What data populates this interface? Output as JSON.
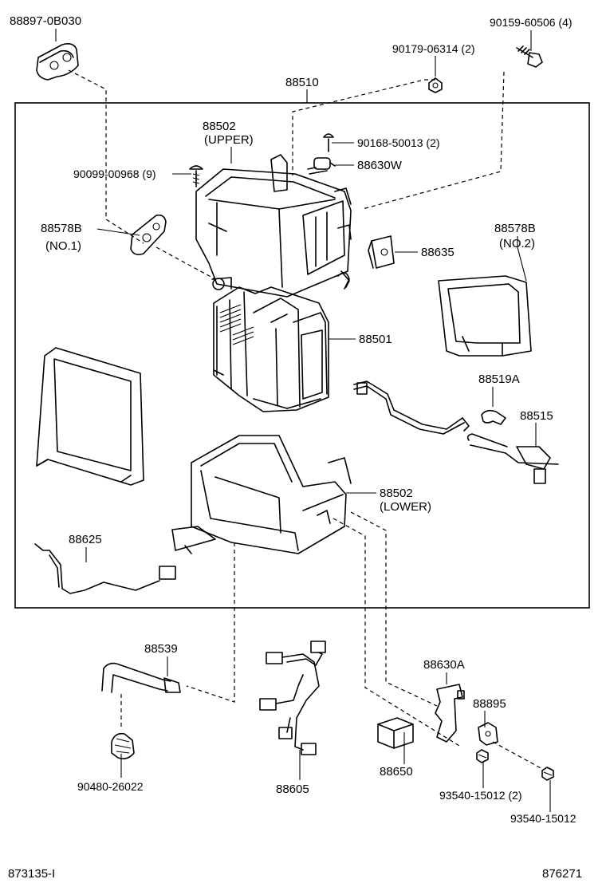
{
  "labels": {
    "p88897": "88897-0B030",
    "p90159": "90159-60506 (4)",
    "p90179": "90179-06314 (2)",
    "p88510": "88510",
    "p88502u": "88502",
    "p88502u_sub": "(UPPER)",
    "p90168": "90168-50013 (2)",
    "p88630w": "88630W",
    "p90099": "90099-00968 (9)",
    "p88578b1": "88578B",
    "p88578b1_sub": "(NO.1)",
    "p88578b2": "88578B",
    "p88578b2_sub": "(NO.2)",
    "p88635": "88635",
    "p88501": "88501",
    "p88519a": "88519A",
    "p88515": "88515",
    "p88502l": "88502",
    "p88502l_sub": "(LOWER)",
    "p88625": "88625",
    "p88539": "88539",
    "p88630a": "88630A",
    "p88895": "88895",
    "p88650": "88650",
    "p88605": "88605",
    "p90480": "90480-26022",
    "p93540a": "93540-15012 (2)",
    "p93540b": "93540-15012",
    "footer_left": "873135-I",
    "footer_right": "876271"
  }
}
